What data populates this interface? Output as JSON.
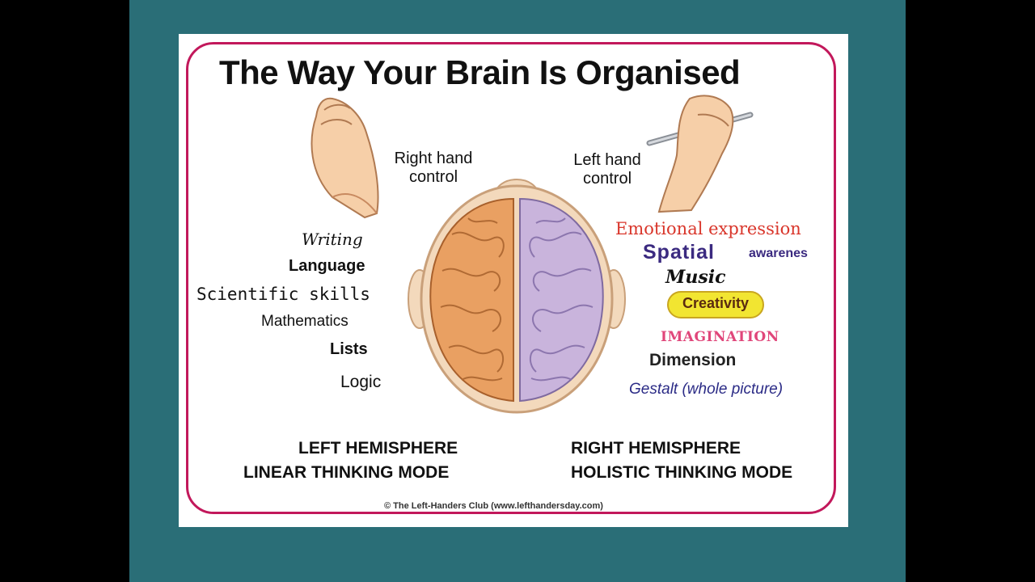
{
  "title": "The Way Your Brain Is Organised",
  "hands": {
    "right_hand_label_line1": "Right hand",
    "right_hand_label_line2": "control",
    "left_hand_label_line1": "Left hand",
    "left_hand_label_line2": "control"
  },
  "left_functions": {
    "writing": "Writing",
    "language": "Language",
    "scientific": "Scientific skills",
    "mathematics": "Mathematics",
    "lists": "Lists",
    "logic": "Logic"
  },
  "right_functions": {
    "emotional": "Emotional expression",
    "spatial_big": "Spatial",
    "spatial_small": "awarenes",
    "music": "Music",
    "creativity": "Creativity",
    "imagination": "IMAGINATION",
    "dimension": "Dimension",
    "gestalt": "Gestalt (whole picture)"
  },
  "hemispheres": {
    "left_name": "LEFT HEMISPHERE",
    "left_mode": "LINEAR THINKING MODE",
    "right_name": "RIGHT HEMISPHERE",
    "right_mode": "HOLISTIC THINKING MODE"
  },
  "credit": "© The Left-Handers Club (www.lefthandersday.com)",
  "colors": {
    "background_teal": "#2a6e77",
    "frame_magenta": "#c2185b",
    "left_brain_orange": "#e9a062",
    "right_brain_lilac": "#c9b4dc",
    "emotional_red": "#d9362b",
    "spatial_purple": "#3b2a80",
    "creativity_yellow": "#f2e531",
    "imagination_pink": "#e0467a"
  }
}
